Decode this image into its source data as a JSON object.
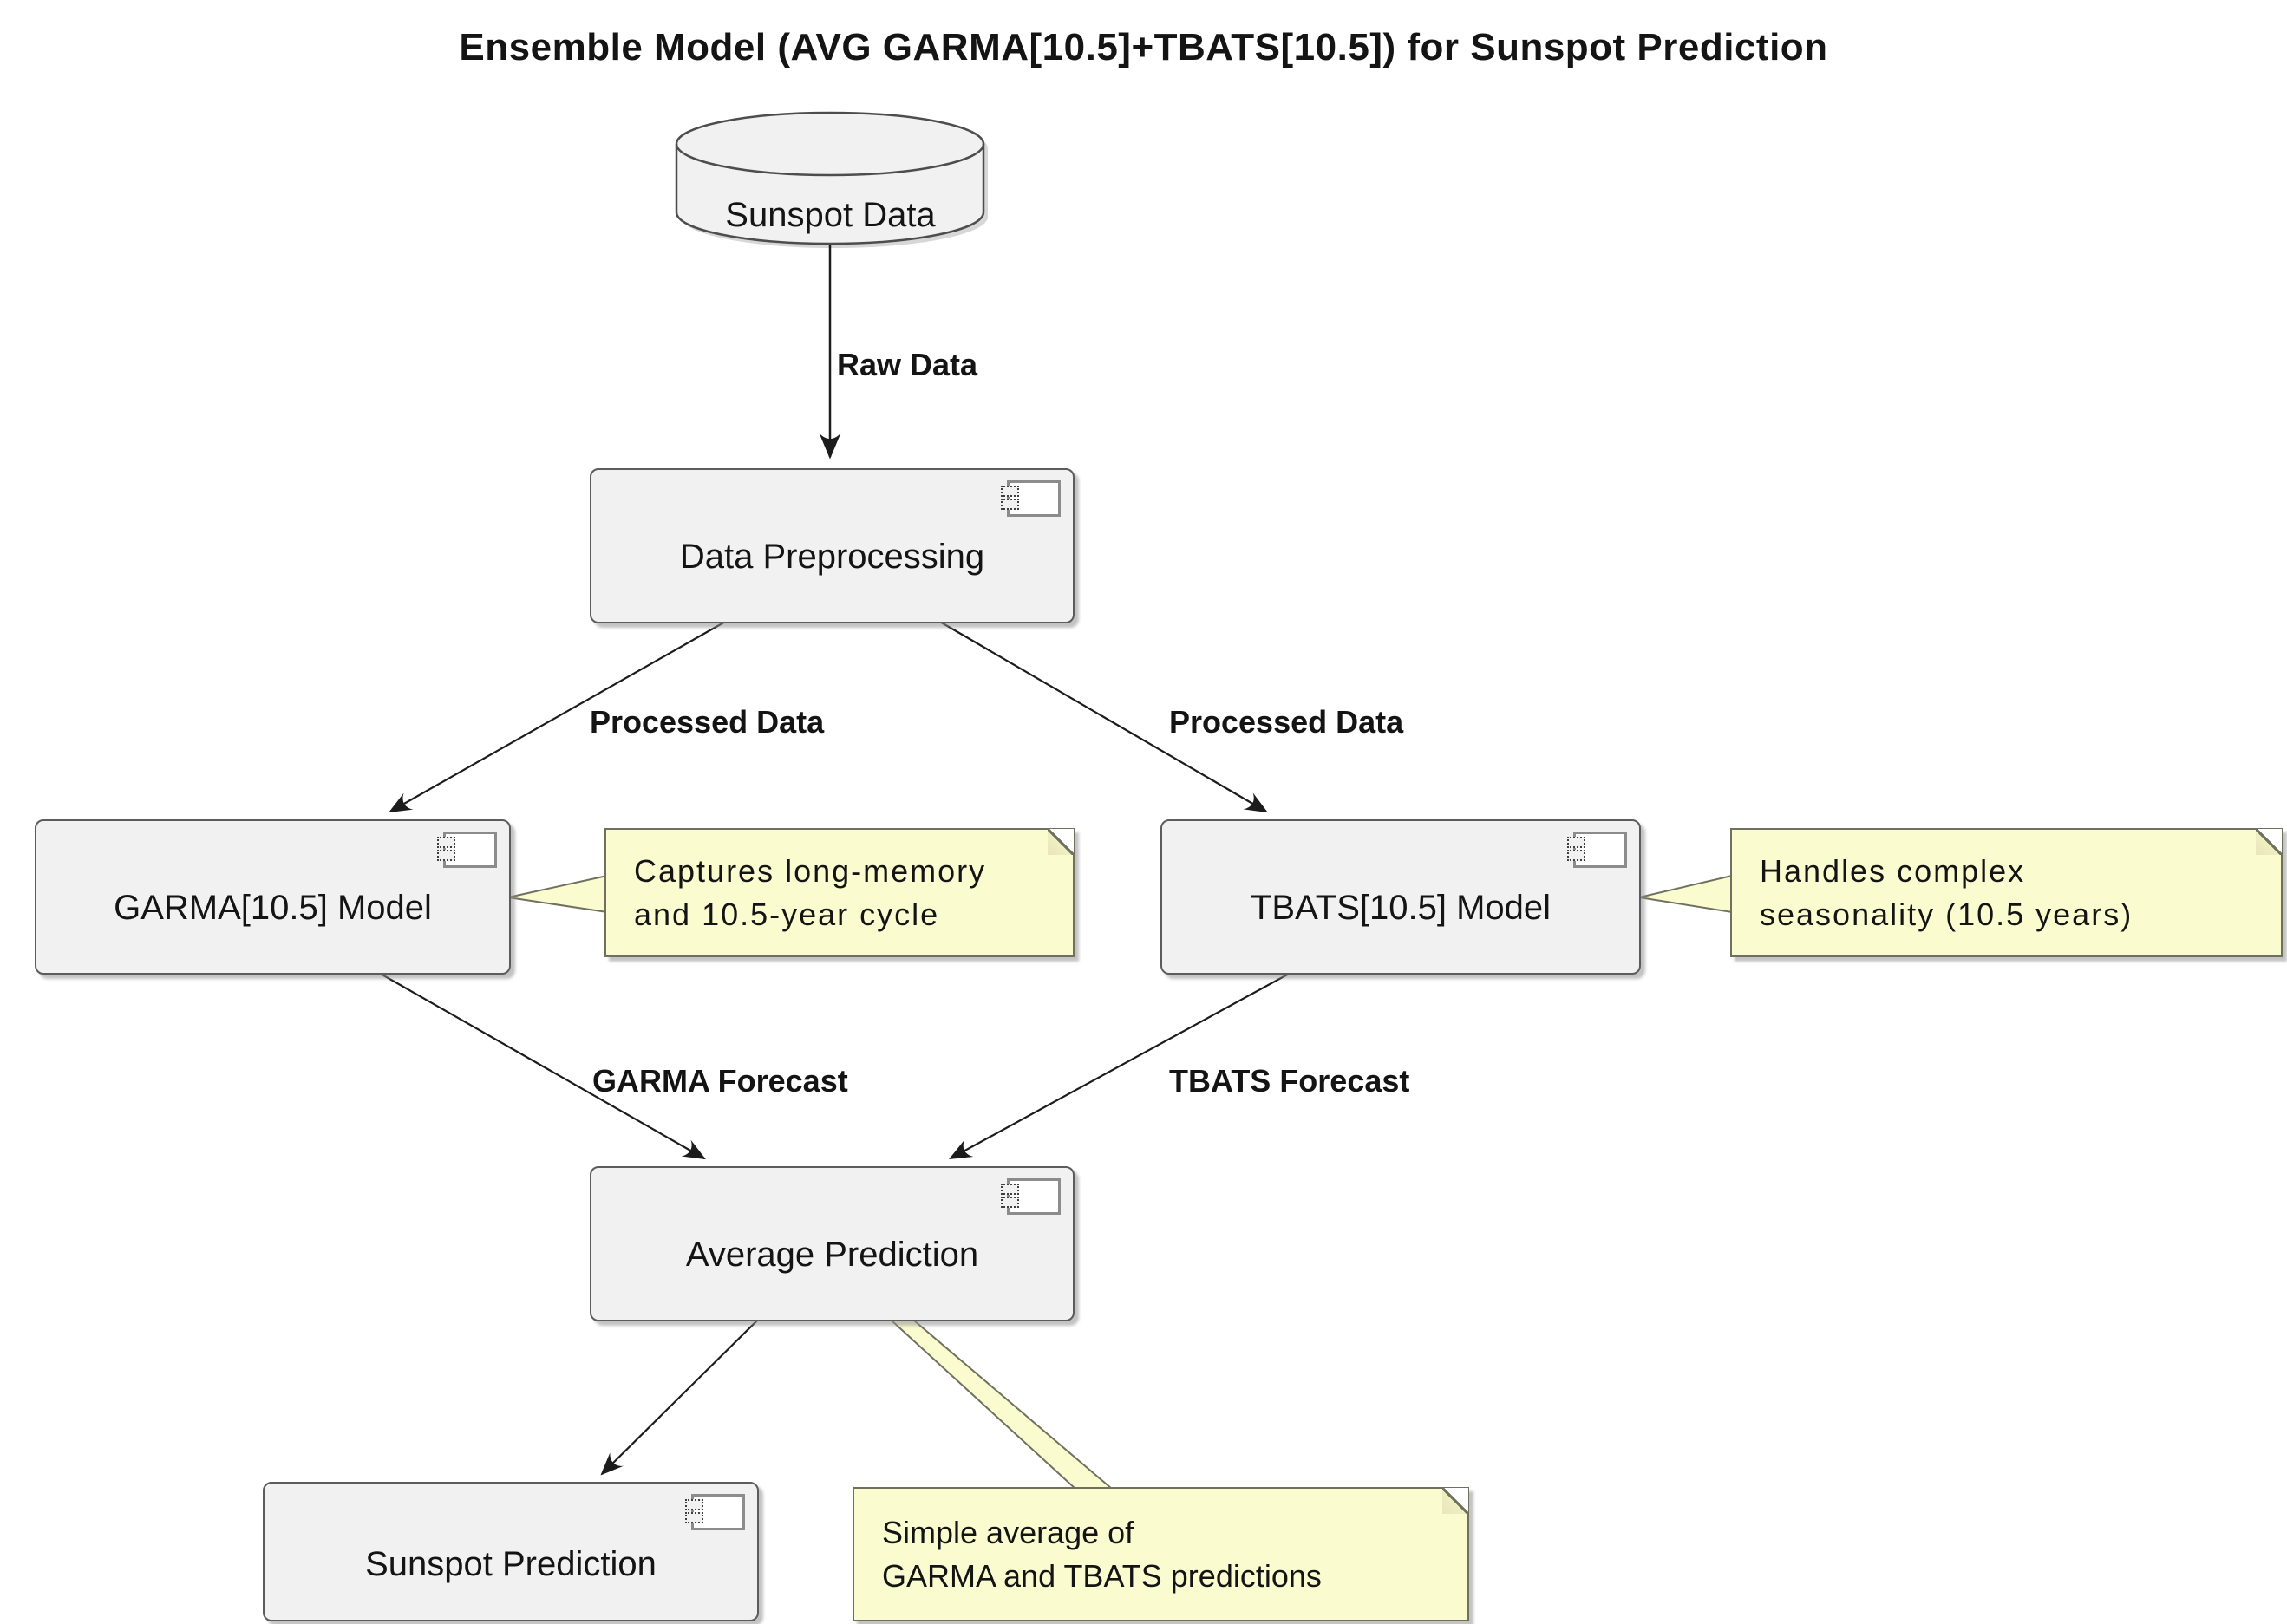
{
  "title": "Ensemble Model (AVG GARMA[10.5]+TBATS[10.5]) for Sunspot Prediction",
  "nodes": {
    "database": {
      "label": "Sunspot Data",
      "type": "database-cylinder"
    },
    "preprocess": {
      "label": "Data Preprocessing",
      "type": "component"
    },
    "garma": {
      "label": "GARMA[10.5] Model",
      "type": "component"
    },
    "tbats": {
      "label": "TBATS[10.5] Model",
      "type": "component"
    },
    "average": {
      "label": "Average Prediction",
      "type": "component"
    },
    "prediction": {
      "label": "Sunspot Prediction",
      "type": "component"
    }
  },
  "edges": [
    {
      "from": "database",
      "to": "preprocess",
      "label": "Raw Data"
    },
    {
      "from": "preprocess",
      "to": "garma",
      "label": "Processed Data"
    },
    {
      "from": "preprocess",
      "to": "tbats",
      "label": "Processed Data"
    },
    {
      "from": "garma",
      "to": "average",
      "label": "GARMA Forecast"
    },
    {
      "from": "tbats",
      "to": "average",
      "label": "TBATS Forecast"
    },
    {
      "from": "average",
      "to": "prediction"
    }
  ],
  "notes": [
    {
      "attached_to": "garma",
      "lines": [
        "Captures long-memory",
        "and 10.5-year cycle"
      ]
    },
    {
      "attached_to": "tbats",
      "lines": [
        "Handles complex",
        "seasonality (10.5 years)"
      ]
    },
    {
      "attached_to": "average",
      "lines": [
        "Simple average of",
        "GARMA and TBATS predictions"
      ]
    }
  ],
  "colors": {
    "background": "#ffffff",
    "node_fill": "#f1f1f1",
    "node_border": "#5c5c5c",
    "note_fill": "#fbfbd0",
    "note_border": "#70705e",
    "edge": "#1c1c1c"
  }
}
